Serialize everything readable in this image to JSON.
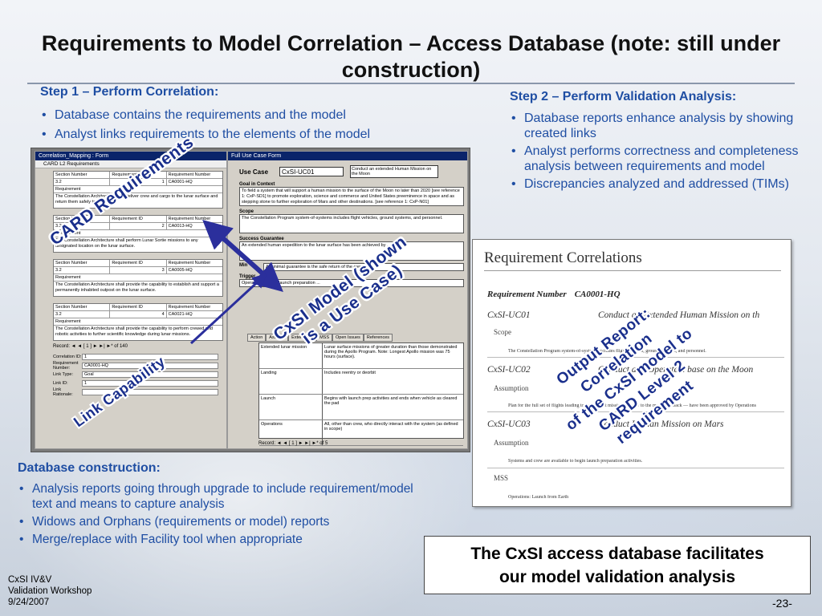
{
  "slide": {
    "title": "Requirements to Model Correlation – Access Database (note: still under construction)"
  },
  "step1": {
    "heading": "Step 1 – Perform Correlation:",
    "bullets": [
      "Database contains the requirements and the model",
      "Analyst links requirements to the elements of the model"
    ]
  },
  "step2": {
    "heading": "Step 2 – Perform Validation Analysis:",
    "bullets": [
      "Database reports enhance analysis by showing created links",
      "Analyst performs correctness and completeness analysis between requirements and model",
      "Discrepancies analyzed and addressed (TIMs)"
    ]
  },
  "db_construction": {
    "heading": "Database construction:",
    "bullets": [
      "Analysis reports going through upgrade to include requirement/model text and means to capture analysis",
      "Widows and Orphans (requirements or model) reports",
      "Merge/replace with Facility tool when appropriate"
    ]
  },
  "access_form": {
    "window_title": "Correlation_Mapping : Form",
    "subform_title": "CARD L2 Requirements",
    "col_section": "Section Number",
    "col_reqid": "Requirement ID",
    "col_reqnum": "Requirement Number",
    "req_label": "Requirement",
    "records": [
      {
        "section": "3.2",
        "id": "1",
        "number": "CA0001-HQ",
        "text": "The Constellation Architecture shall deliver crew and cargo to the lunar surface and return them safely to Earth."
      },
      {
        "section": "3.2",
        "id": "2",
        "number": "CA0013-HQ",
        "text": "The Constellation Architecture shall perform Lunar Sortie missions to any designated location on the lunar surface."
      },
      {
        "section": "3.2",
        "id": "3",
        "number": "CA0005-HQ",
        "text": "The Constellation Architecture shall provide the capability to establish and support a permanently inhabited outpost on the lunar surface."
      },
      {
        "section": "3.2",
        "id": "4",
        "number": "CA0021-HQ",
        "text": "The Constellation Architecture shall provide the capability to perform crewed and robotic activities to further scientific knowledge during lunar missions."
      }
    ],
    "record_nav_label": "Record:",
    "record_nav_of": "of 140",
    "link_fields": [
      {
        "label": "Correlation ID:",
        "value": "1"
      },
      {
        "label": "Requirement Number:",
        "value": "CA0001-HQ"
      },
      {
        "label": "Link Type:",
        "value": "Goal"
      },
      {
        "label": "Link ID:",
        "value": "1"
      },
      {
        "label": "Link Rationale:",
        "value": ""
      }
    ]
  },
  "use_case_form": {
    "window_title": "Full Use Case Form",
    "use_case_label": "Use Case",
    "use_case_value": "CxSI-UC01",
    "use_case_desc": "Conduct an extended Human Mission on the Moon",
    "goal_label": "Goal in Context",
    "goal_text": "To field a system that will support a human mission to the surface of the Moon no later than 2020 [see reference 1: CxP-SD1] to promote exploration, science and commerce and United States preeminence in space and as stepping stone to further exploration of Mars and other destinations. [see reference 1: CxP-N01]",
    "scope_label": "Scope",
    "scope_text": "The Constellation Program system-of-systems includes flight vehicles, ground systems, and personnel.",
    "success_label": "Success Guarantee",
    "success_text": "An extended human expedition to the lunar surface has been achieved by ...",
    "minimal_label": "Min",
    "minimal_text": "A minimal guarantee is the safe return of the crew.",
    "trigger_label": "Trigger",
    "trigger_text": "Operations begins launch preparation ...",
    "tabs": [
      "Action",
      "Assump",
      "Extensions",
      "MSS",
      "Open Issues",
      "References"
    ],
    "grid_rows": [
      {
        "step": "Extended lunar mission",
        "desc": "Lunar surface missions of greater duration than those demonstrated during the Apollo Program. Note: Longest Apollo mission was 75 hours (surface)."
      },
      {
        "step": "Landing",
        "desc": "Includes reentry or deorbit"
      },
      {
        "step": "Launch",
        "desc": "Begins with launch prep activities and ends when vehicle as cleared the pad"
      },
      {
        "step": "Operations",
        "desc": "All, other than crew, who directly interact with the system (as defined in scope)"
      }
    ],
    "record_nav_label": "Record:",
    "record_nav_of": "of 5"
  },
  "report": {
    "title": "Requirement Correlations",
    "req_number_label": "Requirement Number",
    "req_number_value": "CA0001-HQ",
    "rows": [
      {
        "uc": "CxSI-UC01",
        "desc": "Conduct an Extended Human Mission on th",
        "sub": "Scope",
        "text": "The Constellation Program system-of-systems includes flight vehicles, ground systems, and personnel."
      },
      {
        "uc": "CxSI-UC02",
        "desc": "Conduct and Operate a base on the Moon",
        "sub": "Assumption",
        "text": "Plan for the full set of flights leading to the outpost mission — crew to the moon and back — have been approved by Operations"
      },
      {
        "uc": "CxSI-UC03",
        "desc": "Conduct Human Mission on Mars",
        "sub": "Assumption",
        "text": "Systems and crew are available to begin launch preparation activities."
      }
    ],
    "mss_label": "MSS",
    "mss_text": "Operations: Launch from Earth"
  },
  "overlays": {
    "card_requirements": "CARD Requirements",
    "link_capability": "Link Capability",
    "model_line1": "CxSI Model (shown",
    "model_line2": "is a Use Case)",
    "output_line1": "Output Report:",
    "output_line2": "Correlation",
    "output_line3": "of the CxSI model to",
    "output_line4": "CARD Level 2",
    "output_line5": "requirement"
  },
  "callout": {
    "line1": "The CxSI access database facilitates",
    "line2": "our model validation analysis"
  },
  "footer": {
    "line1": "CxSI IV&V",
    "line2": "Validation Workshop",
    "line3": "9/24/2007",
    "page": "-23-"
  },
  "colors": {
    "text_blue": "#1f4ea3",
    "overlay_navy": "#1a2f8c",
    "arrow_navy": "#2b2f9c"
  }
}
